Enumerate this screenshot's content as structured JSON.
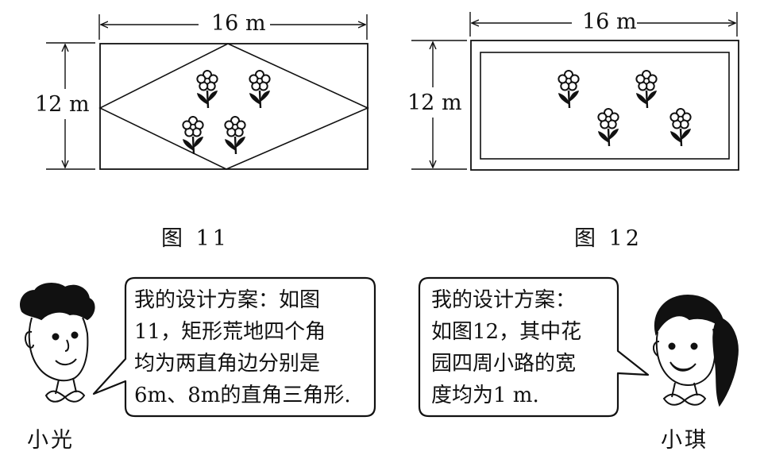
{
  "figure11": {
    "width_label": "16 m",
    "height_label": "12 m",
    "caption": "图 11"
  },
  "figure12": {
    "width_label": "16 m",
    "height_label": "12 m",
    "caption": "图 12"
  },
  "xiaoguang": {
    "name": "小光",
    "lines": [
      "我的设计方案：如图",
      "11，矩形荒地四个角",
      "均为两直角边分别是",
      "6m、8m的直角三角形."
    ]
  },
  "xiaoqi": {
    "name": "小琪",
    "lines": [
      "我的设计方案：",
      "如图12，其中花",
      "园四周小路的宽",
      "度均为1 m."
    ]
  }
}
